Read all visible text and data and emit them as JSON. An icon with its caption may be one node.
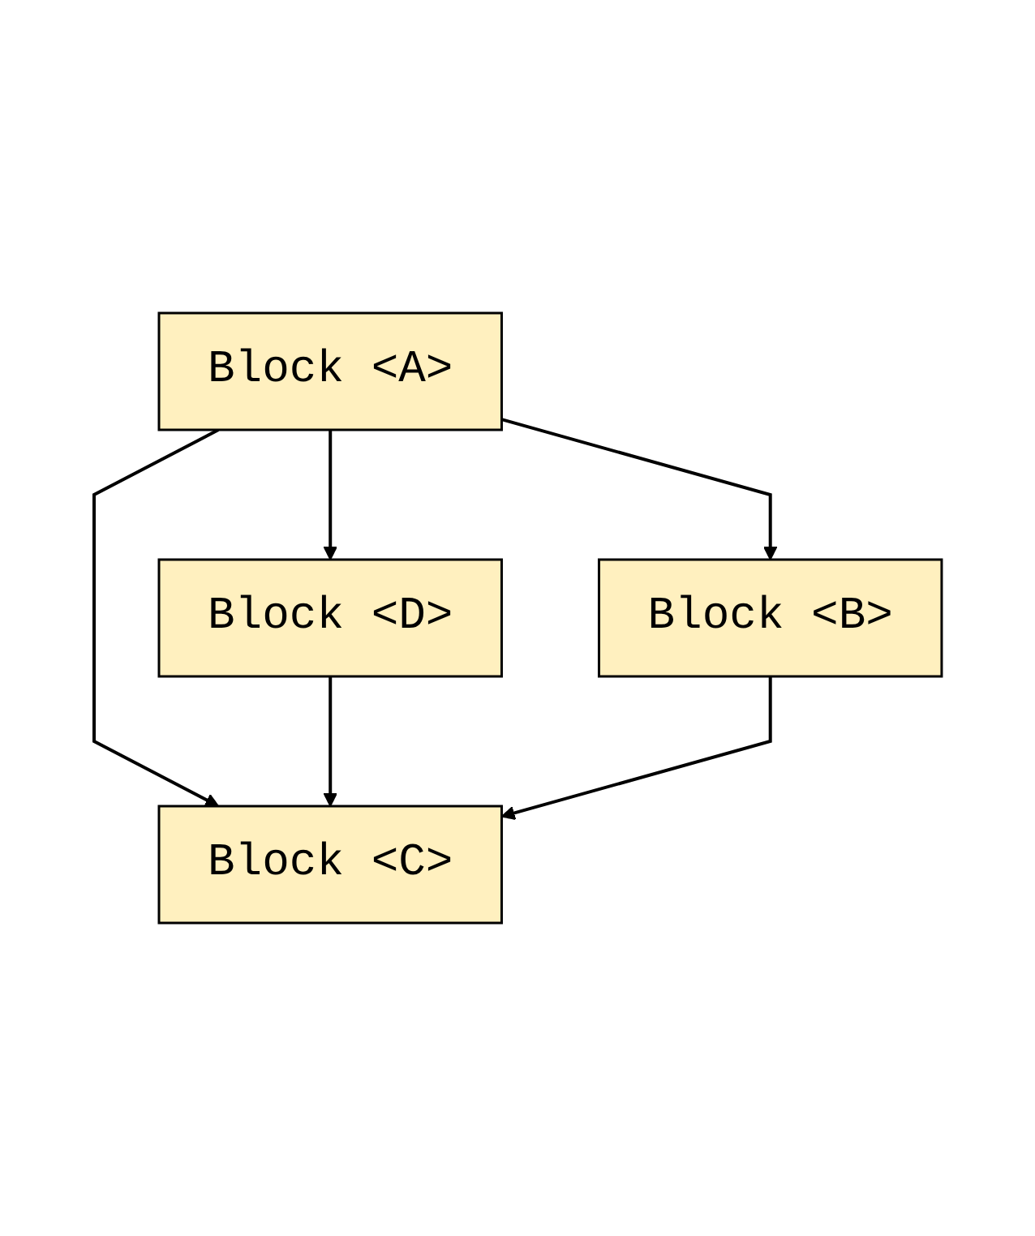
{
  "diagram": {
    "nodes": [
      {
        "text": [
          "Block <A>"
        ]
      },
      {
        "text": [
          "Block <D>"
        ]
      },
      {
        "text": [
          "Block <B>"
        ]
      },
      {
        "text": [
          "Block <C>"
        ]
      }
    ],
    "edges": [
      {
        "from": 0,
        "to": 1,
        "arrow": "to"
      },
      {
        "from": 0,
        "to": 3,
        "arrow": "to"
      },
      {
        "from": 0,
        "to": 2,
        "arrow": "to"
      },
      {
        "from": 1,
        "to": 3,
        "arrow": "to"
      },
      {
        "from": 2,
        "to": 3,
        "arrow": "to"
      }
    ]
  }
}
